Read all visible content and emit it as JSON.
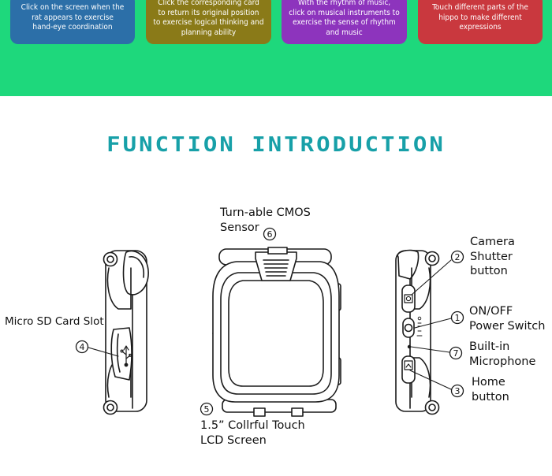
{
  "feature_cards": [
    {
      "lines": [
        "Click on the screen when the",
        "rat appears to exercise",
        "hand-eye coordination"
      ],
      "color": "#2c6fa8"
    },
    {
      "lines": [
        "Click the corresponding card",
        "to return its original position",
        "to exercise logical thinking and",
        "planning ability"
      ],
      "color": "#8a7a18"
    },
    {
      "lines": [
        "With the rhythm of music,",
        "click on musical instruments to",
        "exercise the sense of rhythm",
        "and music"
      ],
      "color": "#8d34bd"
    },
    {
      "lines": [
        "Touch different parts of the",
        "hippo to make different",
        "expressions"
      ],
      "color": "#c9383e"
    }
  ],
  "section_title": "FUNCTION INTRODUCTION",
  "callouts": [
    {
      "num": "6",
      "lines": [
        "Turn-able CMOS",
        "Sensor"
      ]
    },
    {
      "num": "2",
      "lines": [
        "Camera",
        "Shutter",
        "button"
      ]
    },
    {
      "num": "1",
      "lines": [
        "ON/OFF",
        "Power Switch"
      ]
    },
    {
      "num": "7",
      "lines": [
        "Built-in",
        "Microphone"
      ]
    },
    {
      "num": "3",
      "lines": [
        "Home",
        "button"
      ]
    },
    {
      "num": "4",
      "lines": [
        "Micro SD Card Slot"
      ]
    },
    {
      "num": "5",
      "lines": [
        "1.5”  Collrful Touch",
        "LCD Screen"
      ]
    }
  ],
  "colors": {
    "band": "#1ed87c",
    "title": "#17a0a8"
  }
}
